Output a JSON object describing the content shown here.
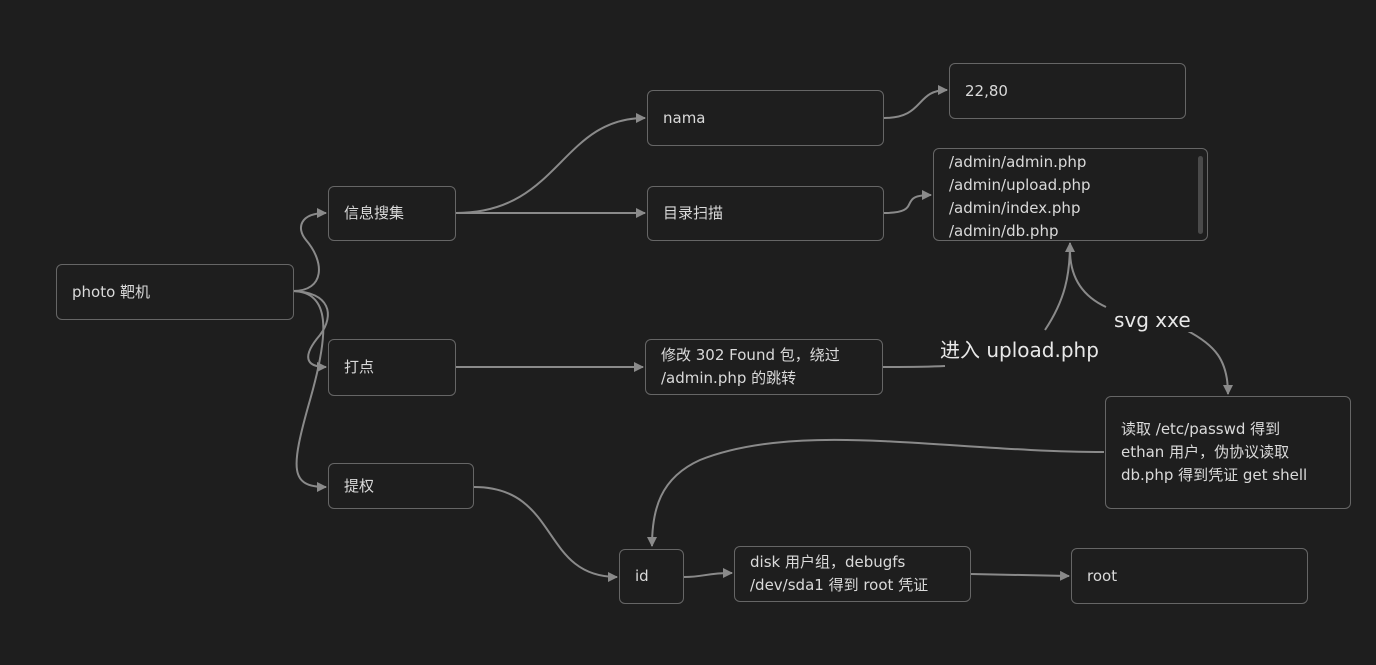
{
  "nodes": {
    "root": {
      "lines": [
        "photo 靶机"
      ]
    },
    "info": {
      "lines": [
        "信息搜集"
      ]
    },
    "foothold": {
      "lines": [
        "打点"
      ]
    },
    "privesc": {
      "lines": [
        "提权"
      ]
    },
    "nmap": {
      "lines": [
        "nama"
      ]
    },
    "ports": {
      "lines": [
        "22,80"
      ]
    },
    "dirscan": {
      "lines": [
        "目录扫描"
      ]
    },
    "dirs": {
      "lines": [
        "/admin/admin.php",
        "/admin/upload.php",
        "/admin/index.php",
        "/admin/db.php"
      ]
    },
    "redirect": {
      "lines": [
        "修改 302 Found 包，绕过",
        "/admin.php 的跳转"
      ]
    },
    "readpasswd": {
      "lines": [
        "读取 /etc/passwd 得到",
        "ethan 用户，伪协议读取",
        "db.php 得到凭证 get shell"
      ]
    },
    "id": {
      "lines": [
        "id"
      ]
    },
    "disk": {
      "lines": [
        "disk 用户组，debugfs",
        "/dev/sda1 得到 root 凭证"
      ]
    },
    "rootnode": {
      "lines": [
        "root"
      ]
    }
  },
  "edge_labels": {
    "enter_upload": "进入 upload.php",
    "svg_xxe": "svg xxe"
  },
  "colors": {
    "background": "#1e1e1e",
    "edge": "#8a8a8a",
    "node_border": "#666666",
    "text": "#dadada"
  }
}
